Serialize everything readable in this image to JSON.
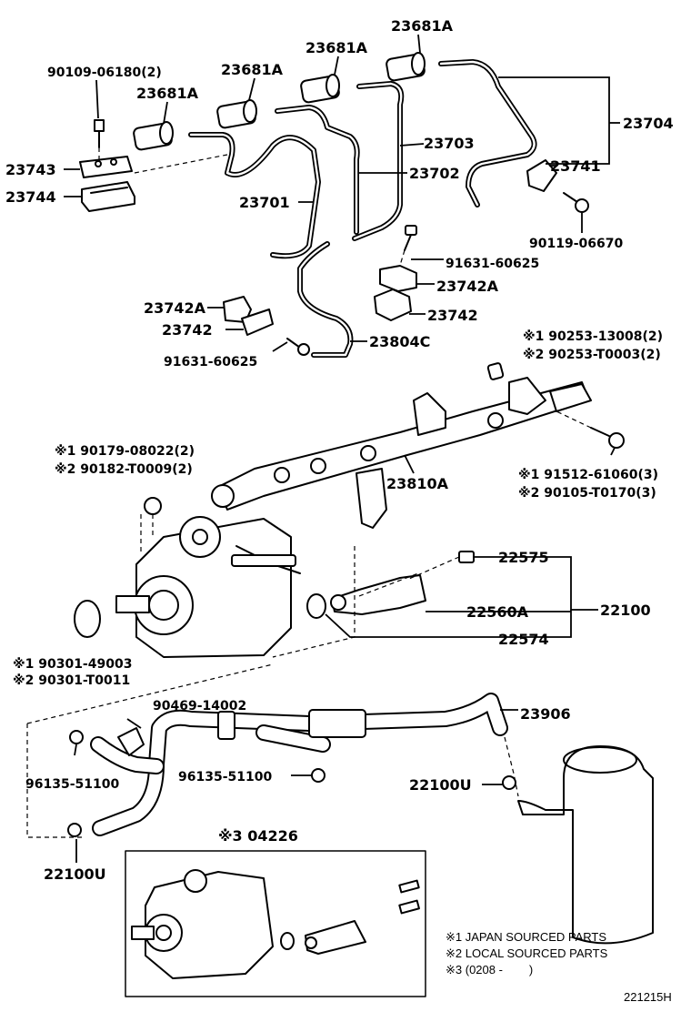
{
  "labels": {
    "p23681a_1": "23681A",
    "p23681a_2": "23681A",
    "p23681a_3": "23681A",
    "p23681a_4": "23681A",
    "p90109": "90109-06180(2)",
    "p23704": "23704",
    "p23703": "23703",
    "p23702": "23702",
    "p23741": "23741",
    "p23743": "23743",
    "p23744": "23744",
    "p23701": "23701",
    "p90119": "90119-06670",
    "p91631a": "91631-60625",
    "p23742a_r": "23742A",
    "p23742a_l": "23742A",
    "p23742_l": "23742",
    "p23742_r": "23742",
    "p23804c": "23804C",
    "p91631b": "91631-60625",
    "p90253_1": "※1 90253-13008(2)",
    "p90253_2": "※2 90253-T0003(2)",
    "p90179": "※1 90179-08022(2)",
    "p90182": "※2 90182-T0009(2)",
    "p23810a": "23810A",
    "p91512": "※1 91512-61060(3)",
    "p90105": "※2 90105-T0170(3)",
    "p22575": "22575",
    "p22560a": "22560A",
    "p22100": "22100",
    "p22574": "22574",
    "p90301_1": "※1 90301-49003",
    "p90301_2": "※2 90301-T0011",
    "p90469": "90469-14002",
    "p23906": "23906",
    "p96135_l": "96135-51100",
    "p96135_r": "96135-51100",
    "p22100u_r": "22100U",
    "p22100u_l": "22100U",
    "p04226": "※3 04226"
  },
  "notes": {
    "n1": "※1 JAPAN SOURCED PARTS",
    "n2": "※2 LOCAL SOURCED PARTS",
    "n3": "※3 (0208 -        )"
  },
  "diagram_code": "221215H"
}
